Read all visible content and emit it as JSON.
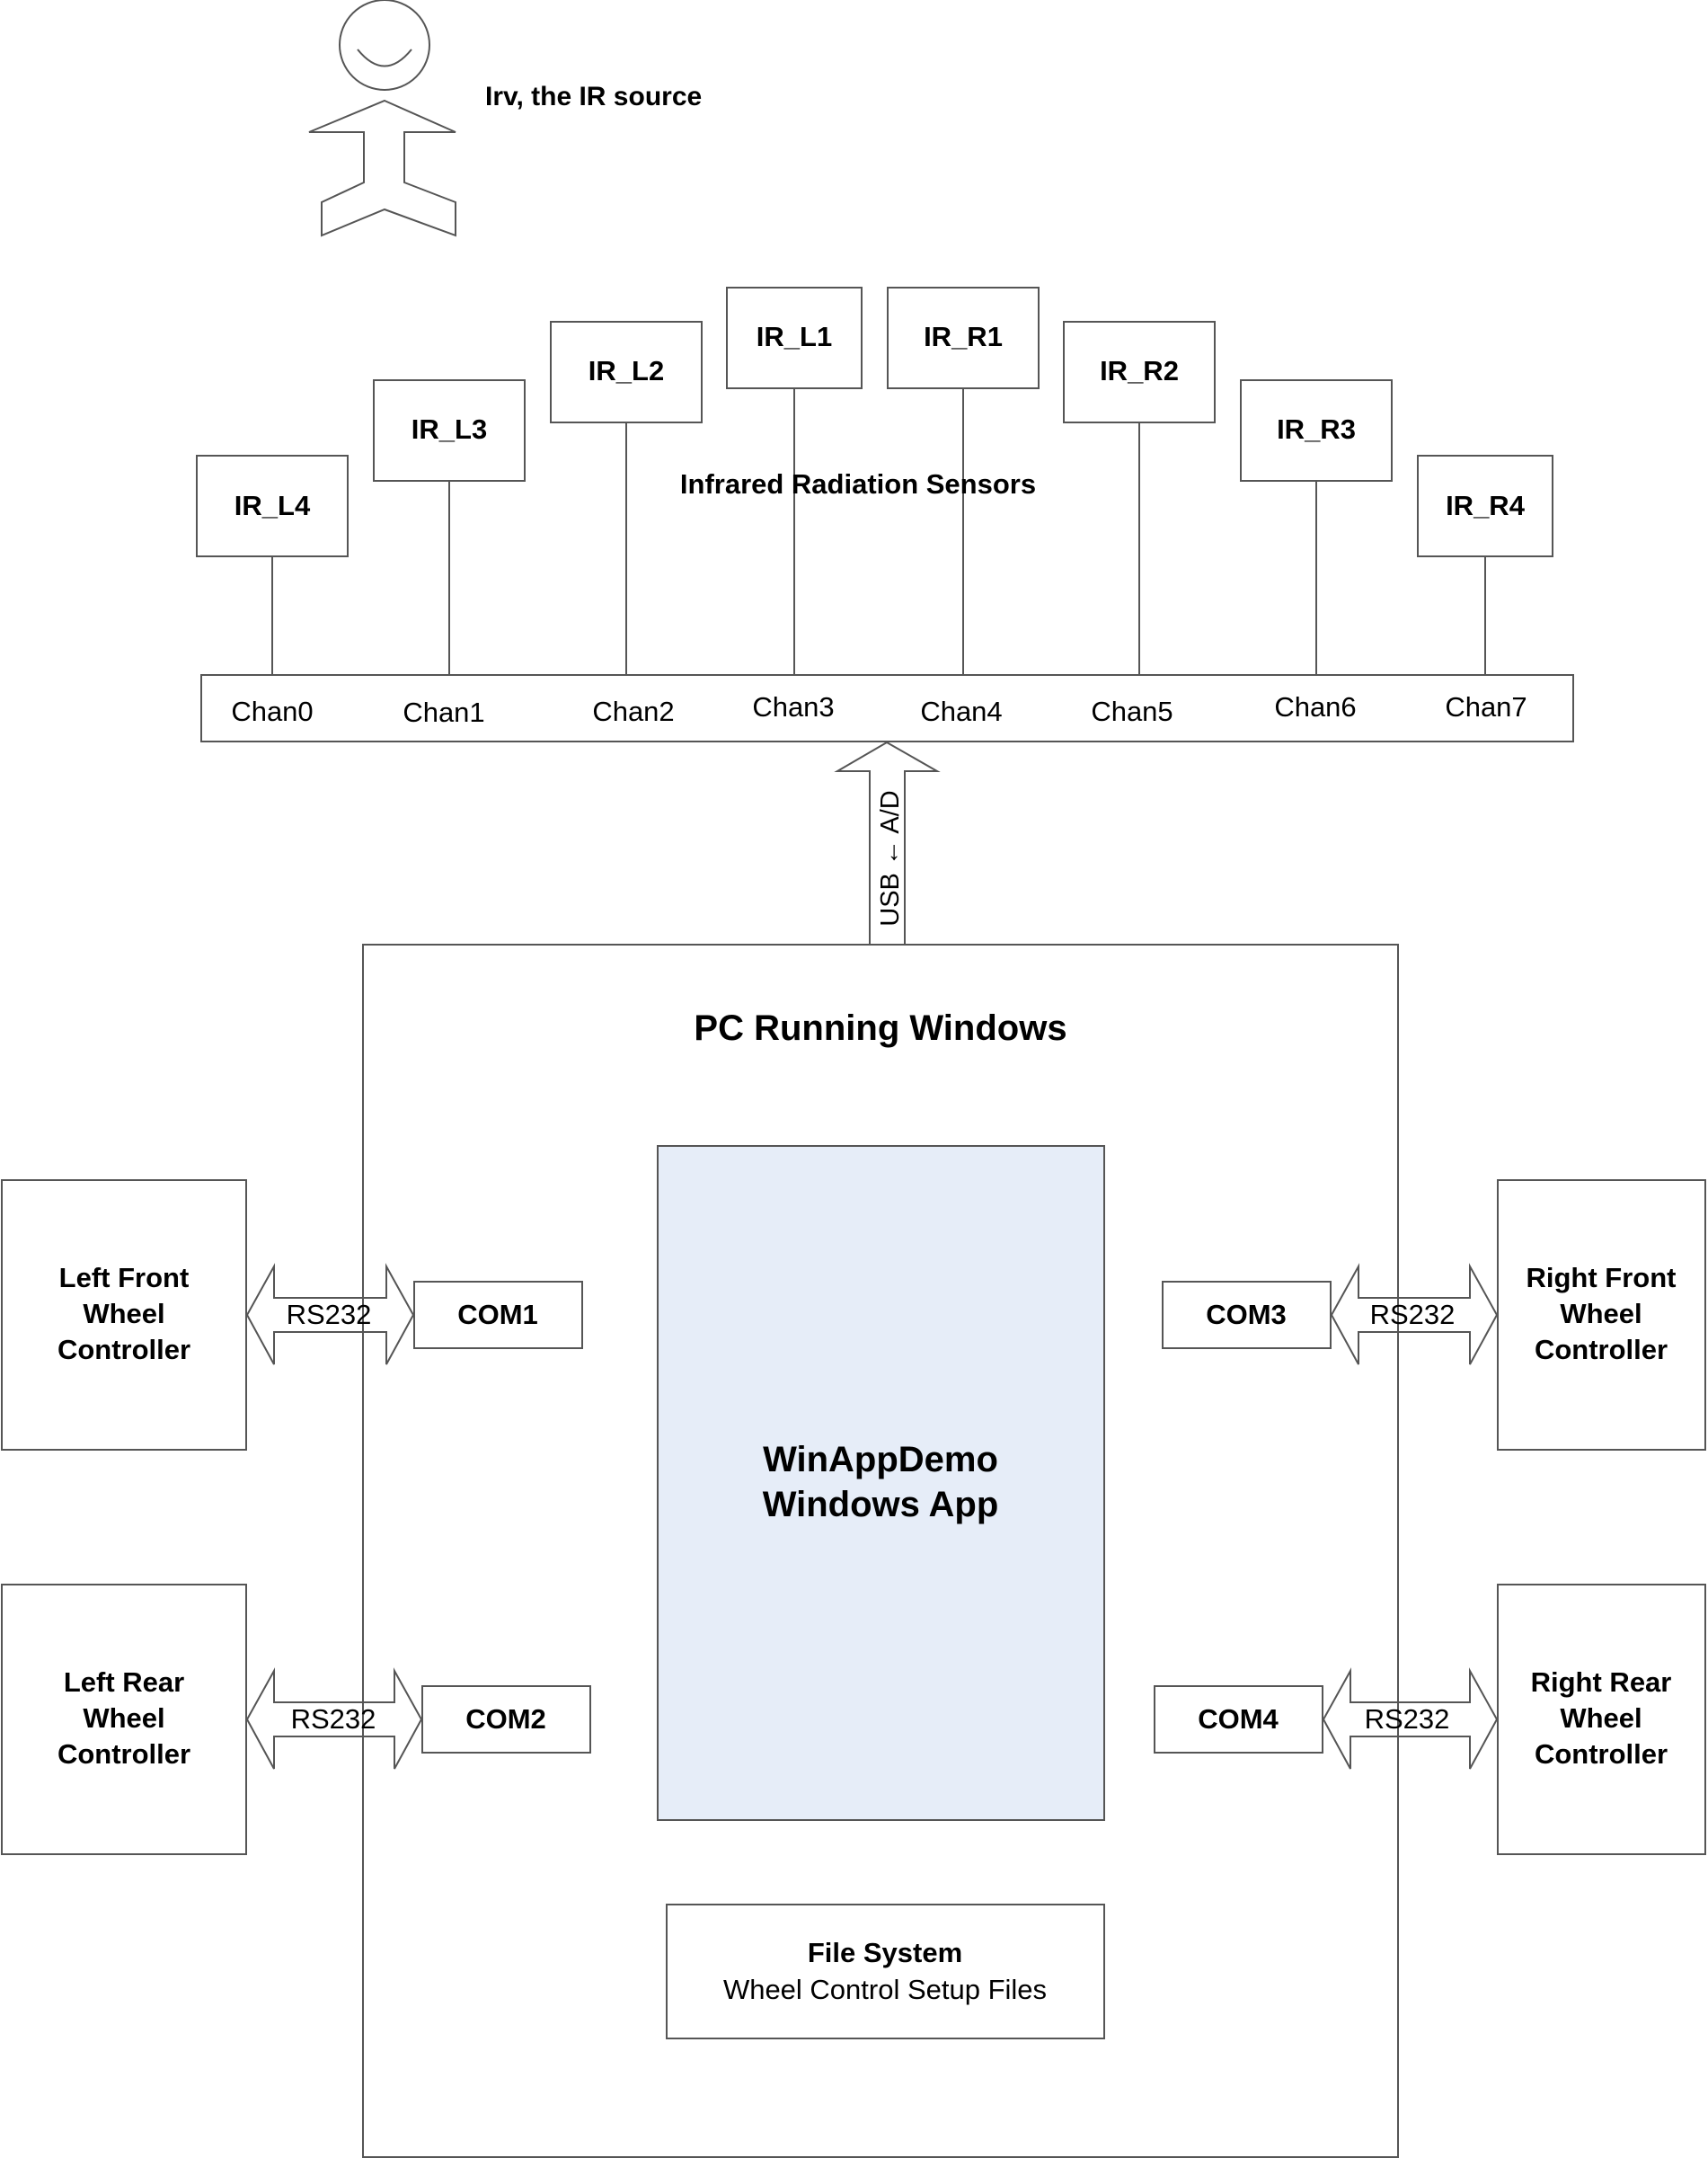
{
  "person": {
    "caption": "Irv, the IR source"
  },
  "sensors": {
    "caption": "Infrared Radiation Sensors",
    "items": [
      {
        "label": "IR_L4",
        "channel": "Chan0"
      },
      {
        "label": "IR_L3",
        "channel": "Chan1"
      },
      {
        "label": "IR_L2",
        "channel": "Chan2"
      },
      {
        "label": "IR_L1",
        "channel": "Chan3"
      },
      {
        "label": "IR_R1",
        "channel": "Chan4"
      },
      {
        "label": "IR_R2",
        "channel": "Chan5"
      },
      {
        "label": "IR_R3",
        "channel": "Chan6"
      },
      {
        "label": "IR_R4",
        "channel": "Chan7"
      }
    ]
  },
  "usb_link": {
    "label": "USB ← A/D"
  },
  "pc": {
    "title": "PC Running Windows"
  },
  "app": {
    "line1": "WinAppDemo",
    "line2": "Windows App",
    "fill_color": "#e6edf8"
  },
  "file_system": {
    "title": "File System",
    "subtitle": "Wheel Control Setup Files"
  },
  "ports": {
    "com1": "COM1",
    "com2": "COM2",
    "com3": "COM3",
    "com4": "COM4",
    "link_label": "RS232"
  },
  "controllers": {
    "left_front": [
      "Left Front",
      "Wheel",
      "Controller"
    ],
    "left_rear": [
      "Left Rear",
      "Wheel",
      "Controller"
    ],
    "right_front": [
      "Right Front",
      "Wheel",
      "Controller"
    ],
    "right_rear": [
      "Right Rear",
      "Wheel",
      "Controller"
    ]
  }
}
